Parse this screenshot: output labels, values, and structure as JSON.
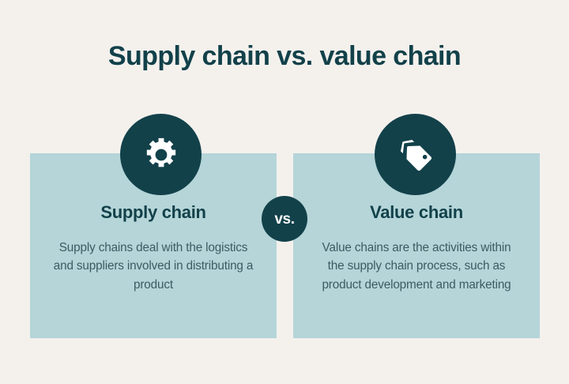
{
  "page": {
    "title": "Supply chain vs. value chain",
    "background_color": "#f4f1ed"
  },
  "colors": {
    "background": "#f4f1ed",
    "card": "#b5d5d8",
    "dark_teal": "#12414a",
    "body_text": "#3d5a62",
    "icon_fill": "#ffffff"
  },
  "comparison": {
    "separator_label": "vs.",
    "left": {
      "icon": "gear-icon",
      "heading": "Supply chain",
      "body": "Supply chains deal with the logistics and suppliers involved in distributing a product"
    },
    "right": {
      "icon": "price-tag-icon",
      "heading": "Value chain",
      "body": "Value chains are the activities within the supply chain process, such as product development and marketing"
    }
  }
}
